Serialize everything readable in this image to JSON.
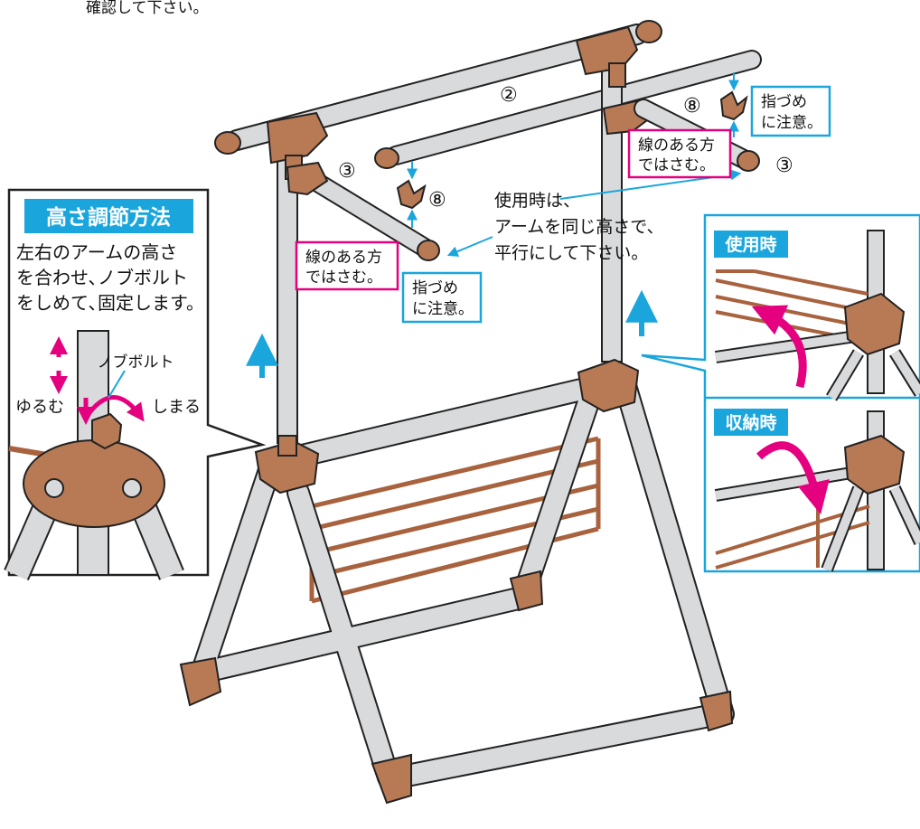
{
  "top_note": "確認して下さい。",
  "labels": {
    "part2": "②",
    "part3_left": "③",
    "part3_right": "③",
    "part8_left": "⑧",
    "part8_right": "⑧"
  },
  "callouts": {
    "line_side_left": [
      "線のある方",
      "ではさむ。"
    ],
    "line_side_right": [
      "線のある方",
      "ではさむ。"
    ],
    "finger_left": [
      "指づめ",
      "に注意。"
    ],
    "finger_right": [
      "指づめ",
      "に注意。"
    ],
    "usage_note": [
      "使用時は、",
      "アームを同じ高さで、",
      "平行にして下さい。"
    ]
  },
  "height_panel": {
    "title": "高さ調節方法",
    "instructions": [
      "左右のアームの高さ",
      "を合わせ､ノブボルト",
      "をしめて､固定します。"
    ],
    "knob_label": "ノブボルト",
    "loosen": "ゆるむ",
    "tighten": "しまる"
  },
  "mode_panel": {
    "use_label": "使用時",
    "storage_label": "収納時"
  },
  "colors": {
    "pipe": "#d9dadc",
    "joint": "#b87a55",
    "rack": "#a8623e",
    "accent_cyan": "#1aa6dd",
    "accent_magenta": "#e4007f",
    "outline": "#222222"
  }
}
